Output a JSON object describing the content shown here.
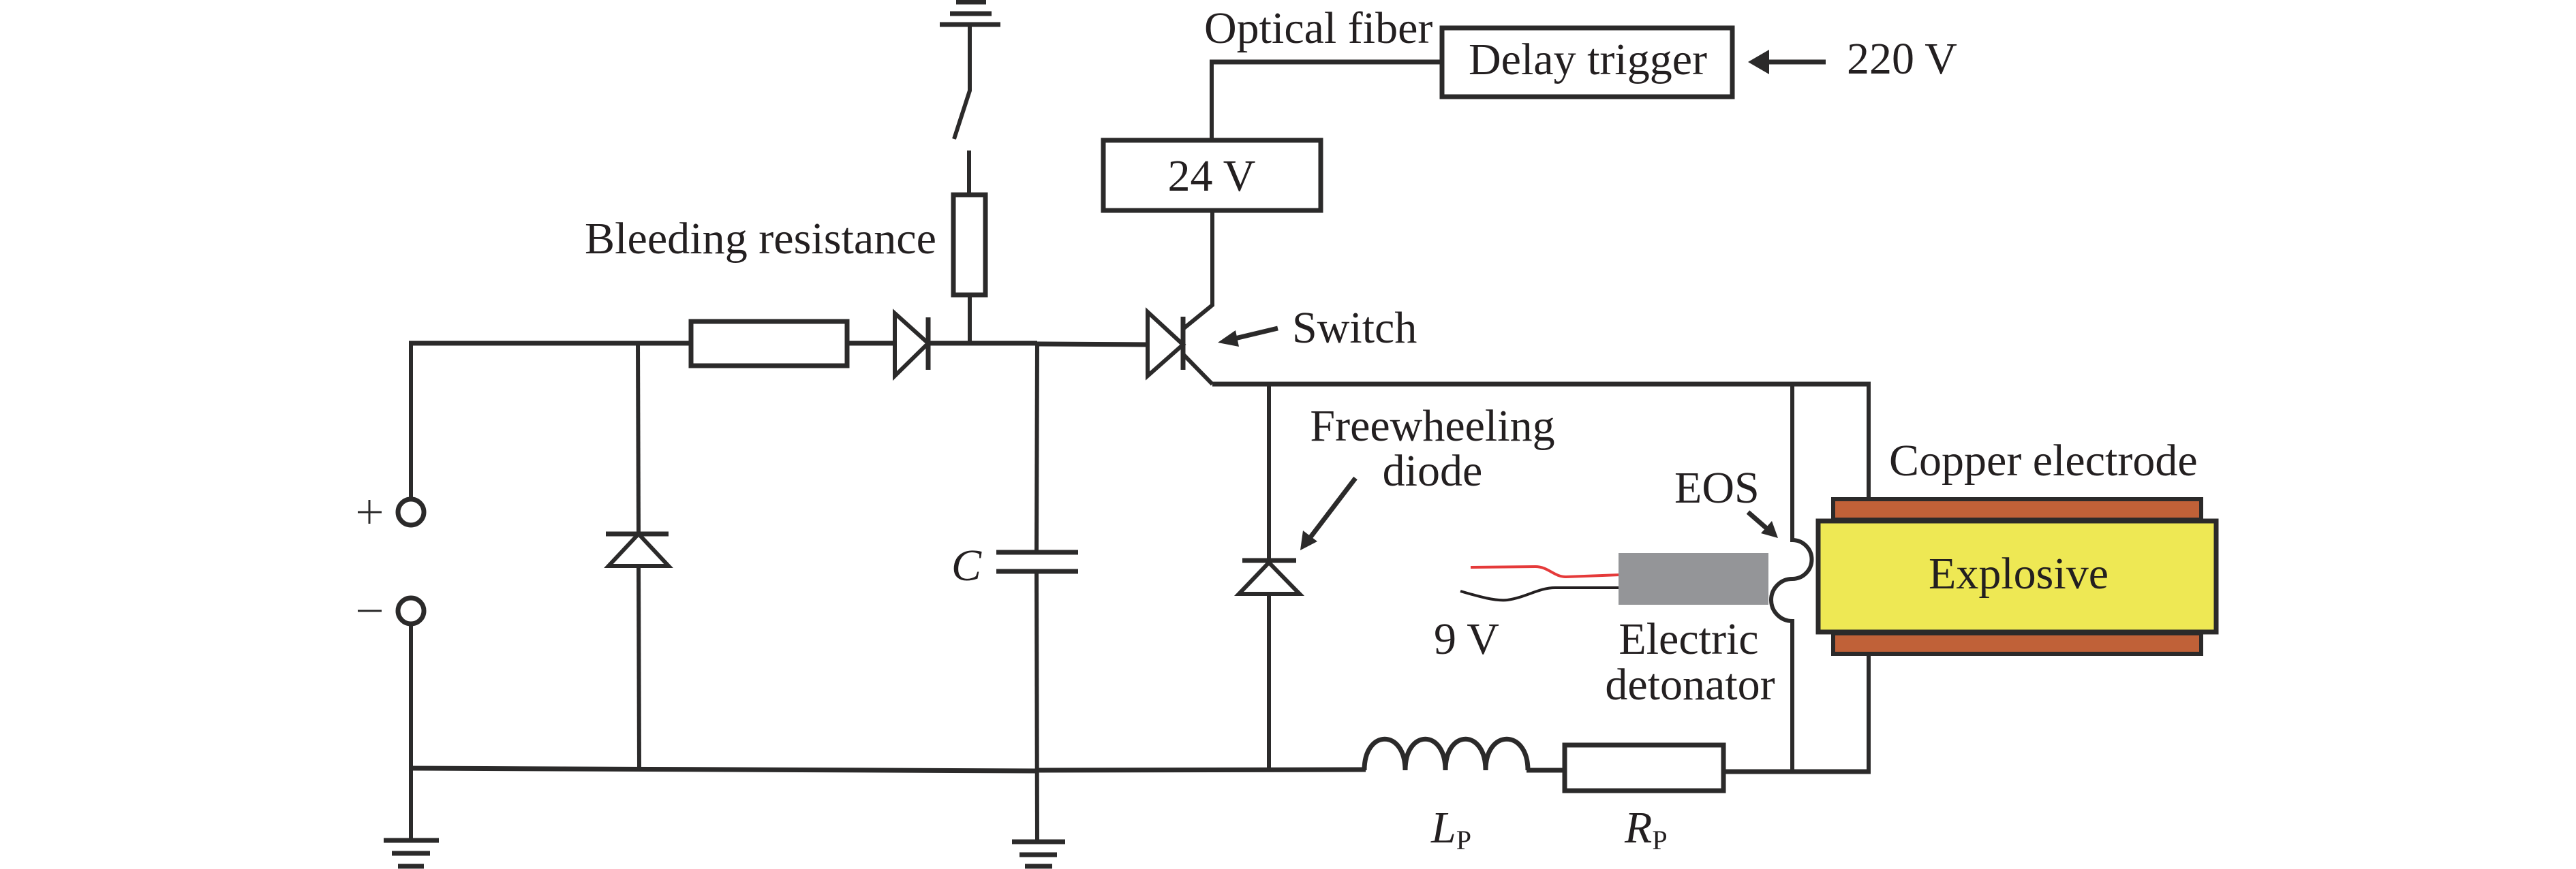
{
  "diagram": {
    "title": "Pulse discharge detonation circuit",
    "labels": {
      "optical_fiber": "Optical fiber",
      "delay_trigger": "Delay trigger",
      "input_220v": "220 V",
      "supply_24v": "24 V",
      "bleeding_resistance": "Bleeding resistance",
      "switch": "Switch",
      "freewheeling_line1": "Freewheeling",
      "freewheeling_line2": "diode",
      "capacitor": "C",
      "inductor_main": "L",
      "inductor_sub": "P",
      "resistor_main": "R",
      "resistor_sub": "P",
      "battery_9v": "9 V",
      "detonator_line1": "Electric",
      "detonator_line2": "detonator",
      "eos": "EOS",
      "copper_electrode": "Copper electrode",
      "explosive": "Explosive",
      "terminal_plus": "+",
      "terminal_minus": "−"
    },
    "components": [
      "DC input terminals (+/−)",
      "Rectifier diode (shunt)",
      "Series resistor",
      "Series diode",
      "Bleeding resistance with switch to ground",
      "Capacitor C",
      "Thyristor switch",
      "24 V supply",
      "Delay trigger",
      "Freewheeling diode",
      "Inductor Lp",
      "Resistor Rp",
      "EOS (electrical explosion wire)",
      "Electric detonator with 9 V leads",
      "Copper electrodes",
      "Explosive"
    ],
    "colors": {
      "line": "#2b2a2a",
      "copper": "#c06138",
      "explosive": "#eee854",
      "detonator": "#949598",
      "red_wire": "#e53a3a",
      "black_wire": "#231f20"
    }
  }
}
